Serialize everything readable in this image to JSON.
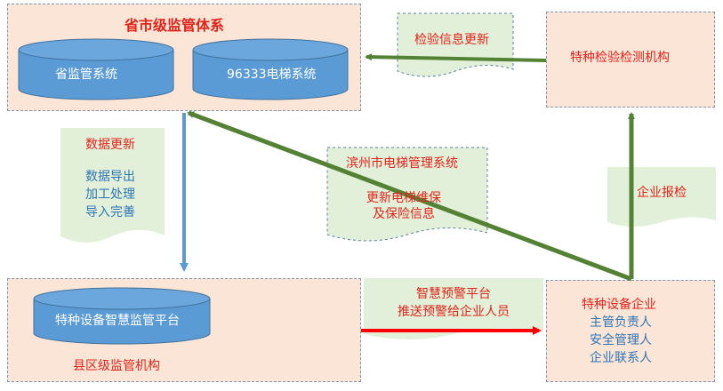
{
  "provincial": {
    "title": "省市级监管体系",
    "db1": "省监管系统",
    "db2": "96333电梯系统"
  },
  "inspection_org": {
    "label": "特种检验检测机构"
  },
  "inspection_update_doc": {
    "label": "检验信息更新"
  },
  "data_update_doc": {
    "title": "数据更新",
    "lines": [
      "数据导出",
      "加工处理",
      "导入完善"
    ]
  },
  "binzhou_doc": {
    "title": "滨州市电梯管理系统",
    "lines": [
      "更新电梯维保",
      "及保险信息"
    ]
  },
  "enterprise_report_doc": {
    "label": "企业报检"
  },
  "county": {
    "db": "特种设备智慧监管平台",
    "label": "县区级监管机构"
  },
  "warning_doc": {
    "lines": [
      "智慧预警平台",
      "推送预警给企业人员"
    ]
  },
  "enterprise": {
    "title": "特种设备企业",
    "lines": [
      "主管负责人",
      "安全管理人",
      "企业联系人"
    ]
  }
}
